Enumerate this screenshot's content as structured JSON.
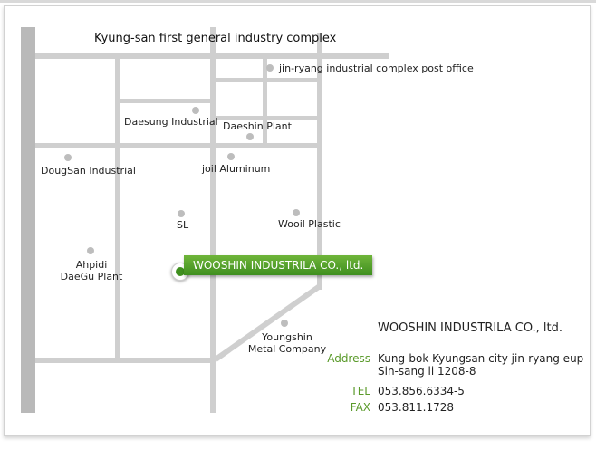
{
  "map": {
    "title": "Kyung-san first general industry complex",
    "colors": {
      "road": "#cfcfcf",
      "main_road": "#b9b9b9",
      "accent": "#3f8f1f",
      "label_accent": "#5a9a2a"
    },
    "places": [
      {
        "id": "post-office",
        "name": "jin-ryang industrial complex post office"
      },
      {
        "id": "daesung",
        "name": "Daesung Industrial"
      },
      {
        "id": "daeshin",
        "name": "Daeshin Plant"
      },
      {
        "id": "dougsan",
        "name": "DougSan Industrial"
      },
      {
        "id": "joil",
        "name": "joil Aluminum"
      },
      {
        "id": "sl",
        "name": "SL"
      },
      {
        "id": "wooil",
        "name": "Wooil Plastic"
      },
      {
        "id": "ahpidi",
        "name": "Ahpidi\nDaeGu Plant"
      },
      {
        "id": "youngshin",
        "name": "Youngshin\nMetal Company"
      }
    ],
    "marker": {
      "label": "WOOSHIN INDUSTRILA CO., ltd.",
      "icon": "location-pin-icon"
    }
  },
  "info": {
    "company": "WOOSHIN INDUSTRILA CO., ltd.",
    "address_label": "Address",
    "address_line1": "Kung-bok Kyungsan city jin-ryang eup",
    "address_line2": "Sin-sang li 1208-8",
    "tel_label": "TEL",
    "tel": "053.856.6334-5",
    "fax_label": "FAX",
    "fax": "053.811.1728"
  }
}
